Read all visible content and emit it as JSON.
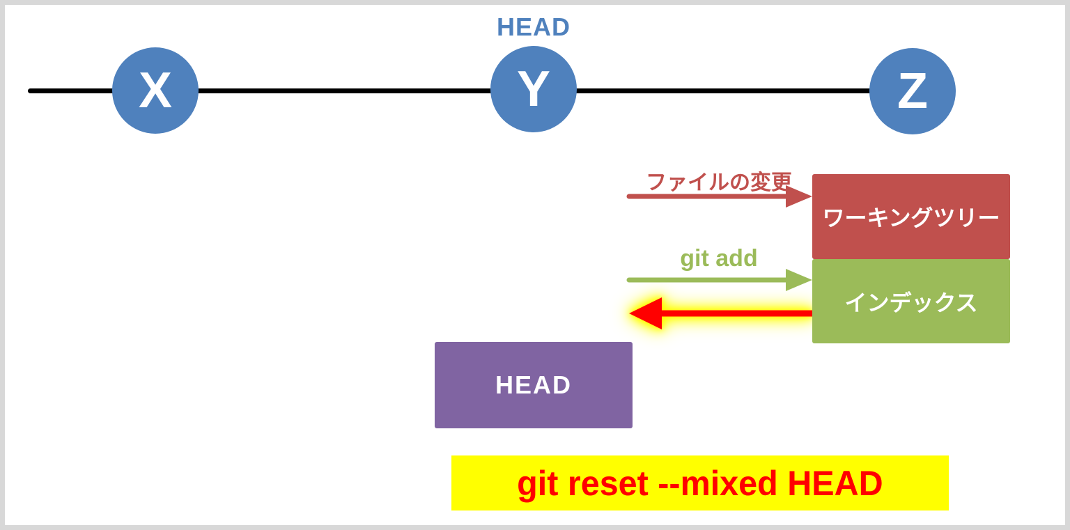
{
  "canvas": {
    "background": "#ffffff",
    "frame_color": "#d8d8d8"
  },
  "timeline": {
    "head_label": "HEAD",
    "line_color": "#000000",
    "node_color": "#4f81bd",
    "nodes": [
      {
        "label": "X"
      },
      {
        "label": "Y"
      },
      {
        "label": "Z"
      }
    ]
  },
  "flows": {
    "file_change": {
      "label": "ファイルの変更",
      "color": "#c0504d",
      "direction": "right"
    },
    "git_add": {
      "label": "git add",
      "color": "#9bbb59",
      "direction": "right"
    },
    "reset": {
      "color": "#ff0000",
      "glow_color": "#ffff00",
      "direction": "left"
    }
  },
  "boxes": {
    "working_tree": {
      "label": "ワーキングツリー",
      "color": "#c0504d"
    },
    "index": {
      "label": "インデックス",
      "color": "#9bbb59"
    },
    "head": {
      "label": "HEAD",
      "color": "#8064a2"
    }
  },
  "command": {
    "text": "git reset --mixed HEAD",
    "background": "#ffff00",
    "text_color": "#ff0000"
  }
}
